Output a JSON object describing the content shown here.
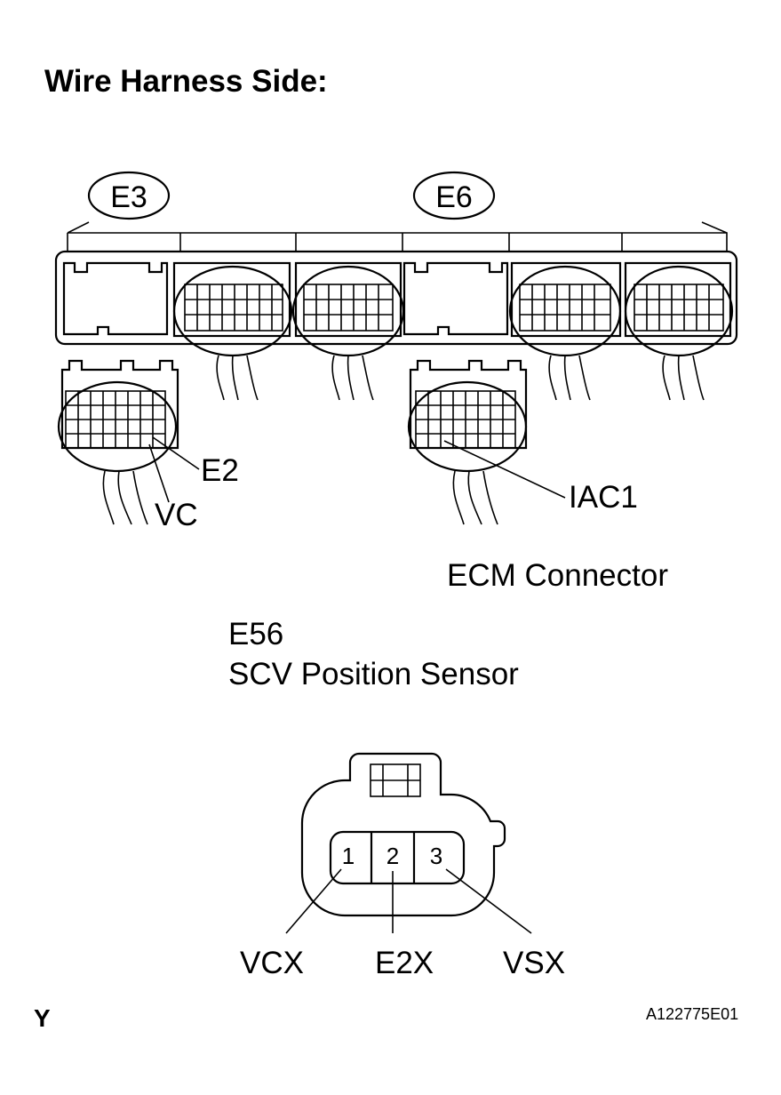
{
  "title": "Wire Harness Side:",
  "ecm": {
    "connectors": [
      "E3",
      "E6"
    ],
    "caption": "ECM Connector",
    "pins": {
      "e2": "E2",
      "vc": "VC",
      "iac1": "IAC1"
    }
  },
  "sensor": {
    "code": "E56",
    "name": "SCV Position Sensor",
    "pin_numbers": [
      "1",
      "2",
      "3"
    ],
    "terminals": [
      "VCX",
      "E2X",
      "VSX"
    ]
  },
  "footer": {
    "mark": "Y",
    "figure_id": "A122775E01"
  }
}
